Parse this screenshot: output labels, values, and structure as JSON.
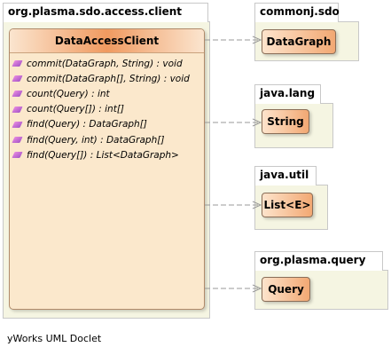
{
  "main_package": {
    "name": "org.plasma.sdo.access.client",
    "class": {
      "name": "DataAccessClient",
      "methods": [
        "commit(DataGraph, String) : void",
        "commit(DataGraph[], String) : void",
        "count(Query) : int",
        "count(Query[]) : int[]",
        "find(Query) : DataGraph[]",
        "find(Query, int) : DataGraph[]",
        "find(Query[]) : List<DataGraph>"
      ]
    }
  },
  "dependencies": [
    {
      "package": "commonj.sdo",
      "class": "DataGraph"
    },
    {
      "package": "java.lang",
      "class": "String"
    },
    {
      "package": "java.util",
      "class": "List<E>"
    },
    {
      "package": "org.plasma.query",
      "class": "Query"
    }
  ],
  "caption": "yWorks UML Doclet",
  "colors": {
    "package_fill": "#f5f5e2",
    "package_border": "#c8c8c8",
    "class_fill": "#fbe8cc",
    "class_header_accent": "#f09a60",
    "method_icon": "#c070d8",
    "dependency_line": "#999999"
  }
}
